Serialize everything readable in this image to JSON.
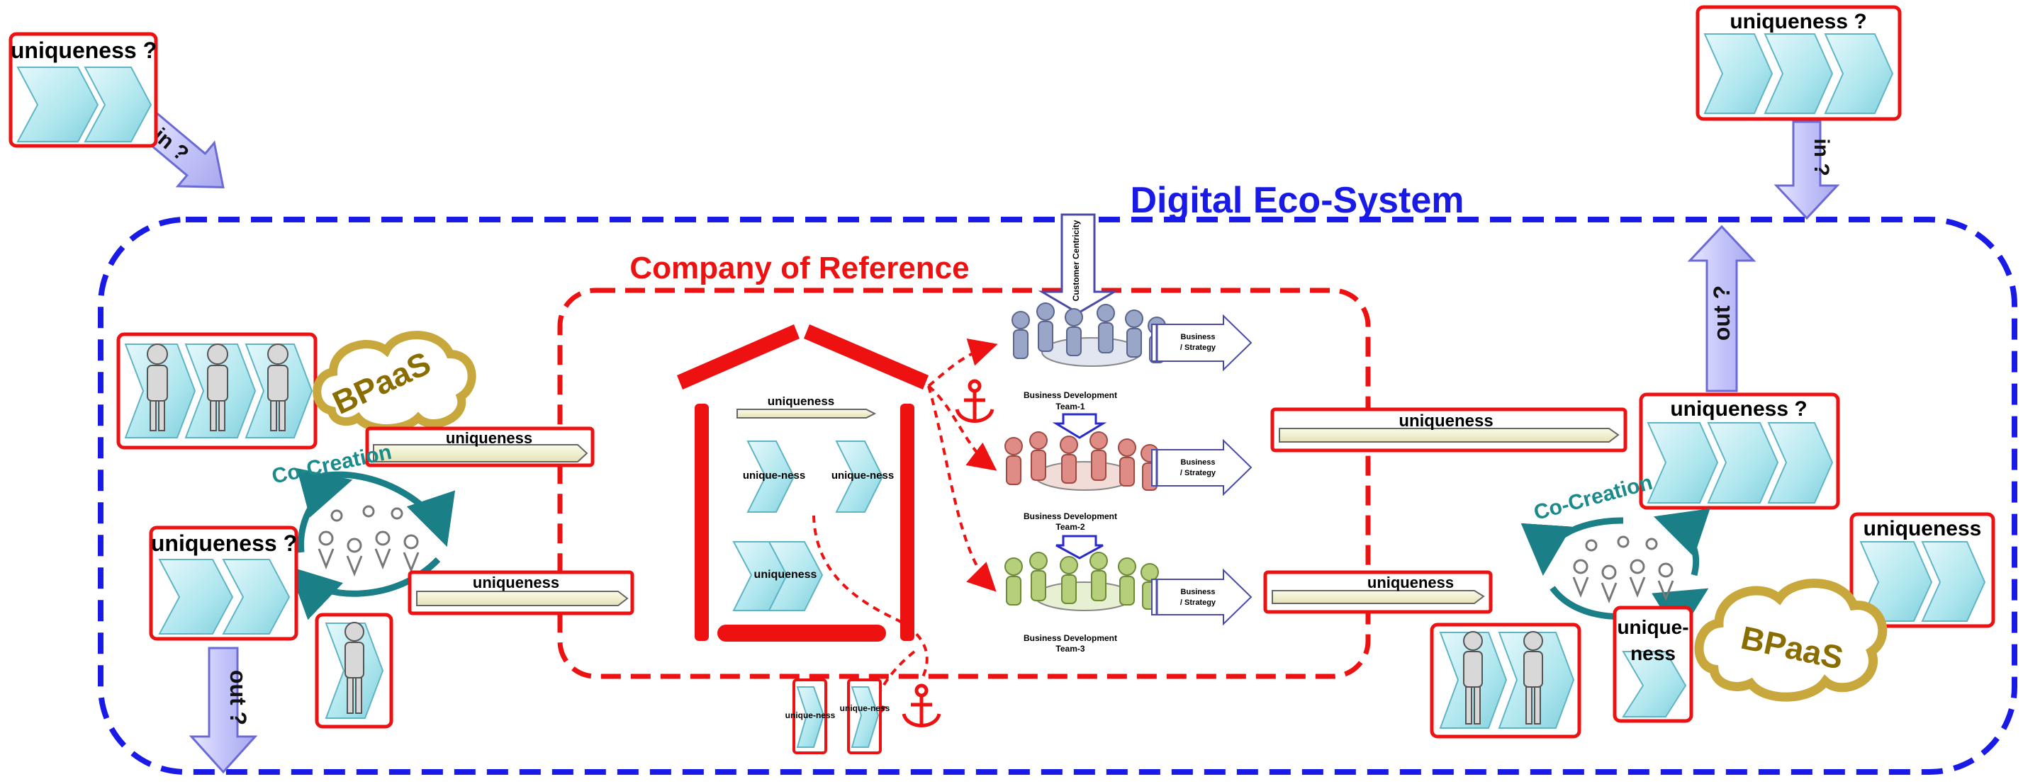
{
  "ecosystem": {
    "title": "Digital Eco-System"
  },
  "company": {
    "title": "Company of Reference"
  },
  "words": {
    "uniqueness": "uniqueness",
    "uniqueness_q": "uniqueness ?",
    "unique_ness": "unique-ness",
    "in_q": "in ?",
    "out_q": "out ?",
    "bpaas": "BPaaS",
    "cocreation": "Co-Creation",
    "customer_centricity": "Customer Centricity",
    "business_strategy": "Business / Strategy"
  },
  "teams": [
    {
      "label": "Business Development Team-1",
      "color": "#9aa6c8"
    },
    {
      "label": "Business Development Team-2",
      "color": "#e08c86"
    },
    {
      "label": "Business Development Team-3",
      "color": "#b5cf7a"
    }
  ],
  "colors": {
    "ecosystem_border": "#1a1ae6",
    "company_border": "#ee1111",
    "box_border": "#ee1111",
    "chevron": "#aee6ee",
    "arrow": "#ccccff",
    "cloud": "#c8a83c",
    "bpaas_text": "#8a6d00",
    "teal": "#1a8a8a"
  }
}
